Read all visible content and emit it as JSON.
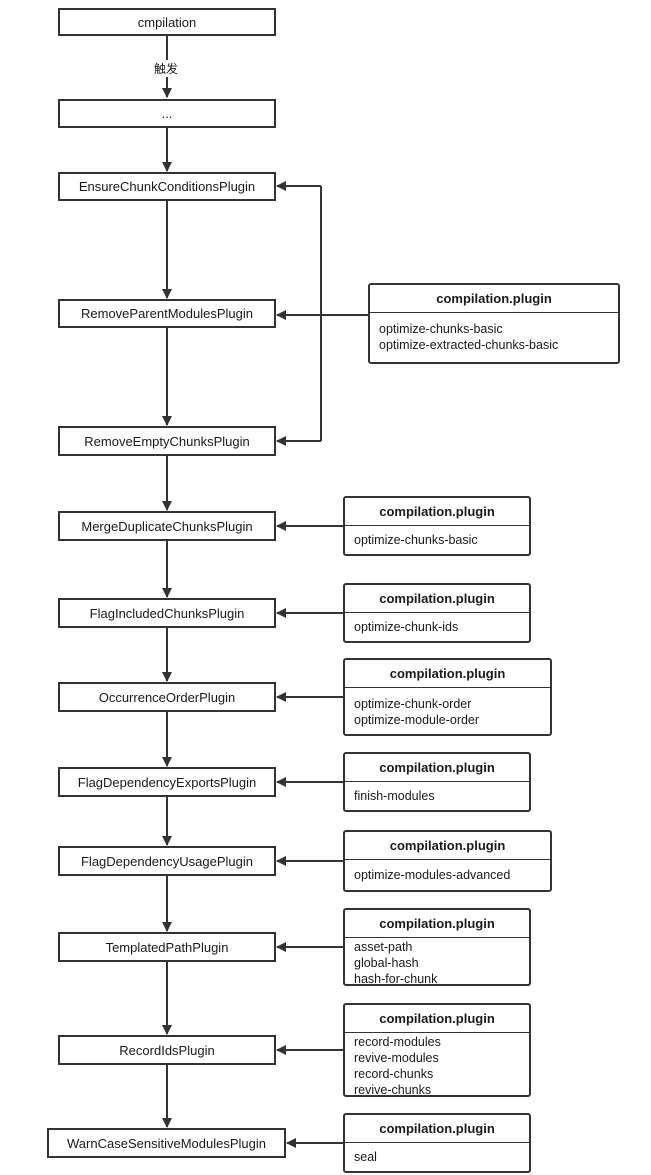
{
  "flow": {
    "start": "cmpilation",
    "trigger_label": "触发",
    "ellipsis": "...",
    "nodes": [
      "EnsureChunkConditionsPlugin",
      "RemoveParentModulesPlugin",
      "RemoveEmptyChunksPlugin",
      "MergeDuplicateChunksPlugin",
      "FlagIncludedChunksPlugin",
      "OccurrenceOrderPlugin",
      "FlagDependencyExportsPlugin",
      "FlagDependencyUsagePlugin",
      "TemplatedPathPlugin",
      "RecordIdsPlugin",
      "WarnCaseSensitiveModulesPlugin"
    ]
  },
  "plugin_boxes": [
    {
      "title": "compilation.plugin",
      "items": [
        "optimize-chunks-basic",
        "optimize-extracted-chunks-basic"
      ]
    },
    {
      "title": "compilation.plugin",
      "items": [
        "optimize-chunks-basic"
      ]
    },
    {
      "title": "compilation.plugin",
      "items": [
        "optimize-chunk-ids"
      ]
    },
    {
      "title": "compilation.plugin",
      "items": [
        "optimize-chunk-order",
        "optimize-module-order"
      ]
    },
    {
      "title": "compilation.plugin",
      "items": [
        "finish-modules"
      ]
    },
    {
      "title": "compilation.plugin",
      "items": [
        "optimize-modules-advanced"
      ]
    },
    {
      "title": "compilation.plugin",
      "items": [
        "asset-path",
        "global-hash",
        "hash-for-chunk"
      ]
    },
    {
      "title": "compilation.plugin",
      "items": [
        "record-modules",
        "revive-modules",
        "record-chunks",
        "revive-chunks"
      ]
    },
    {
      "title": "compilation.plugin",
      "items": [
        "seal"
      ]
    }
  ]
}
